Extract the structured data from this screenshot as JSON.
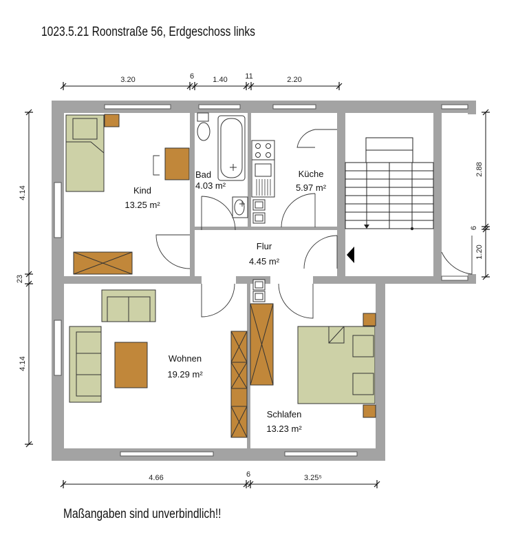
{
  "header": {
    "title": "1023.5.21 Roonstraße 56, Erdgeschoss links"
  },
  "footer": {
    "disclaimer": "Maßangaben sind unverbindlich!!"
  },
  "dimensions": {
    "top": [
      "3.20",
      "6",
      "1.40",
      "11",
      "2.20"
    ],
    "bottom": [
      "4.66",
      "6",
      "3.25⁵"
    ],
    "left": [
      "4.14",
      "23",
      "4.14"
    ],
    "right": [
      "2.88",
      "6",
      "1.20"
    ]
  },
  "rooms": {
    "kind": {
      "name": "Kind",
      "area": "13.25 m²"
    },
    "bad": {
      "name": "Bad",
      "area": "4.03 m²"
    },
    "kueche": {
      "name": "Küche",
      "area": "5.97 m²"
    },
    "flur": {
      "name": "Flur",
      "area": "4.45 m²"
    },
    "wohnen": {
      "name": "Wohnen",
      "area": "19.29 m²"
    },
    "schlafen": {
      "name": "Schlafen",
      "area": "13.23 m²"
    }
  },
  "colors": {
    "wall": "#a3a3a3",
    "furniture_green": "#cdd1a7",
    "furniture_brown": "#c1873a"
  }
}
